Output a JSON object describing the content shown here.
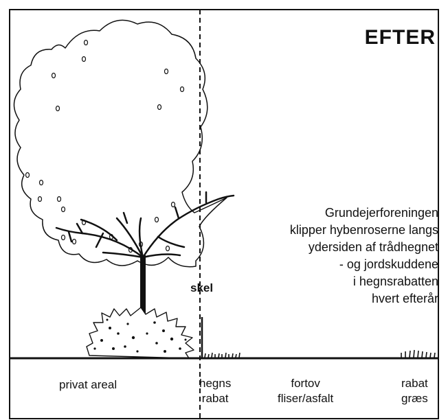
{
  "title": "EFTER",
  "boundary_label": "skel",
  "description": {
    "lines": [
      "Grundejerforeningen",
      "klipper hybenroserne langs",
      "ydersiden af trådhegnet",
      "- og jordskuddene",
      "i hegnsrabatten",
      "hvert efterår"
    ]
  },
  "zones": {
    "private": {
      "line1": "privat areal"
    },
    "hedge_bed": {
      "line1": "hegns",
      "line2": "rabat"
    },
    "sidewalk": {
      "line1": "fortov",
      "line2": "fliser/asfalt"
    },
    "verge": {
      "line1": "rabat",
      "line2": "græs"
    }
  },
  "colors": {
    "ink": "#111111",
    "background": "#ffffff"
  }
}
